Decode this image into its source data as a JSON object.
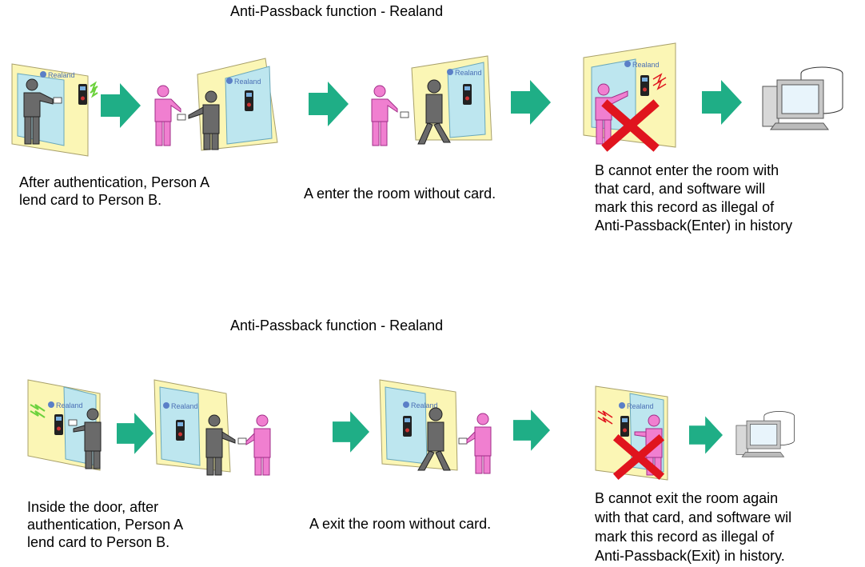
{
  "diagrams": [
    {
      "title": "Anti-Passback function - Realand",
      "captions": [
        [
          "After authentication, Person A",
          "lend card to Person B."
        ],
        [
          "A enter the room without card."
        ],
        [
          "B cannot enter the room with",
          "that card, and software will",
          "mark this record as illegal of",
          "Anti-Passback(Enter) in history"
        ]
      ]
    },
    {
      "title": "Anti-Passback function - Realand",
      "captions": [
        [
          "Inside the door, after",
          "authentication, Person A",
          "lend card to Person B."
        ],
        [
          "A exit  the room without  card."
        ],
        [
          "B cannot exit the room again",
          "with that card, and software wil",
          "mark this record as illegal of",
          "Anti-Passback(Exit) in history."
        ]
      ]
    }
  ],
  "brand_label": "Realand",
  "colors": {
    "arrow": "#1fae86",
    "door_frame": "#fbf6b5",
    "glass": "#bde6ef",
    "person_a": "#6a6a6a",
    "person_b": "#f07fd0",
    "reject_cross": "#e0141e"
  }
}
